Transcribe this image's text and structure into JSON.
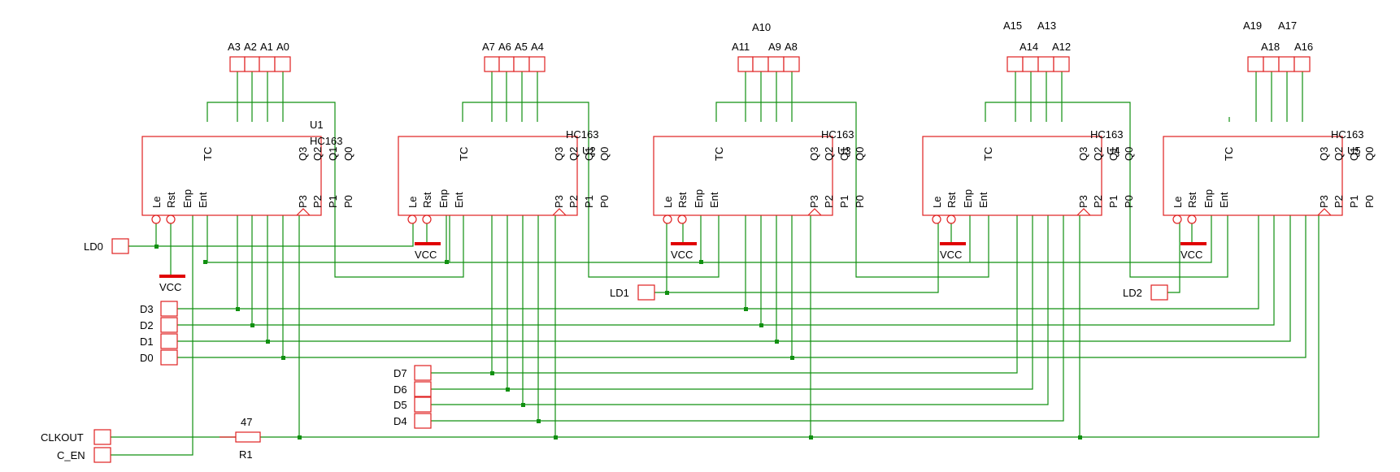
{
  "chips": [
    {
      "ref": "U1",
      "part": "HC163"
    },
    {
      "ref": "U2",
      "part": "HC163"
    },
    {
      "ref": "U3",
      "part": "HC163"
    },
    {
      "ref": "U4",
      "part": "HC163"
    },
    {
      "ref": "U5",
      "part": "HC163"
    }
  ],
  "pins_top": [
    "TC",
    "Q3",
    "Q2",
    "Q1",
    "Q0"
  ],
  "pins_bottom": [
    "Le",
    "Rst",
    "Enp",
    "Ent",
    "P3",
    "P2",
    "P1",
    "P0"
  ],
  "address_pins": {
    "u1": [
      "A3",
      "A2",
      "A1",
      "A0"
    ],
    "u2": [
      "A7",
      "A6",
      "A5",
      "A4"
    ],
    "u3_top": [
      "A10"
    ],
    "u3": [
      "A11",
      "A9",
      "A8"
    ],
    "u4_top": [
      "A15",
      "A13"
    ],
    "u4": [
      "A14",
      "A12"
    ],
    "u5_top": [
      "A19",
      "A17"
    ],
    "u5": [
      "A18",
      "A16"
    ]
  },
  "ports": {
    "ld": [
      "LD0",
      "LD1",
      "LD2"
    ],
    "data_low": [
      "D3",
      "D2",
      "D1",
      "D0"
    ],
    "data_high": [
      "D7",
      "D6",
      "D5",
      "D4"
    ],
    "clock": [
      "CLKOUT",
      "C_EN"
    ]
  },
  "vcc_label": "VCC",
  "resistor": {
    "value": "47",
    "ref": "R1"
  },
  "colors": {
    "component": "#e02020",
    "wire": "#109010",
    "power": "#e00000"
  }
}
